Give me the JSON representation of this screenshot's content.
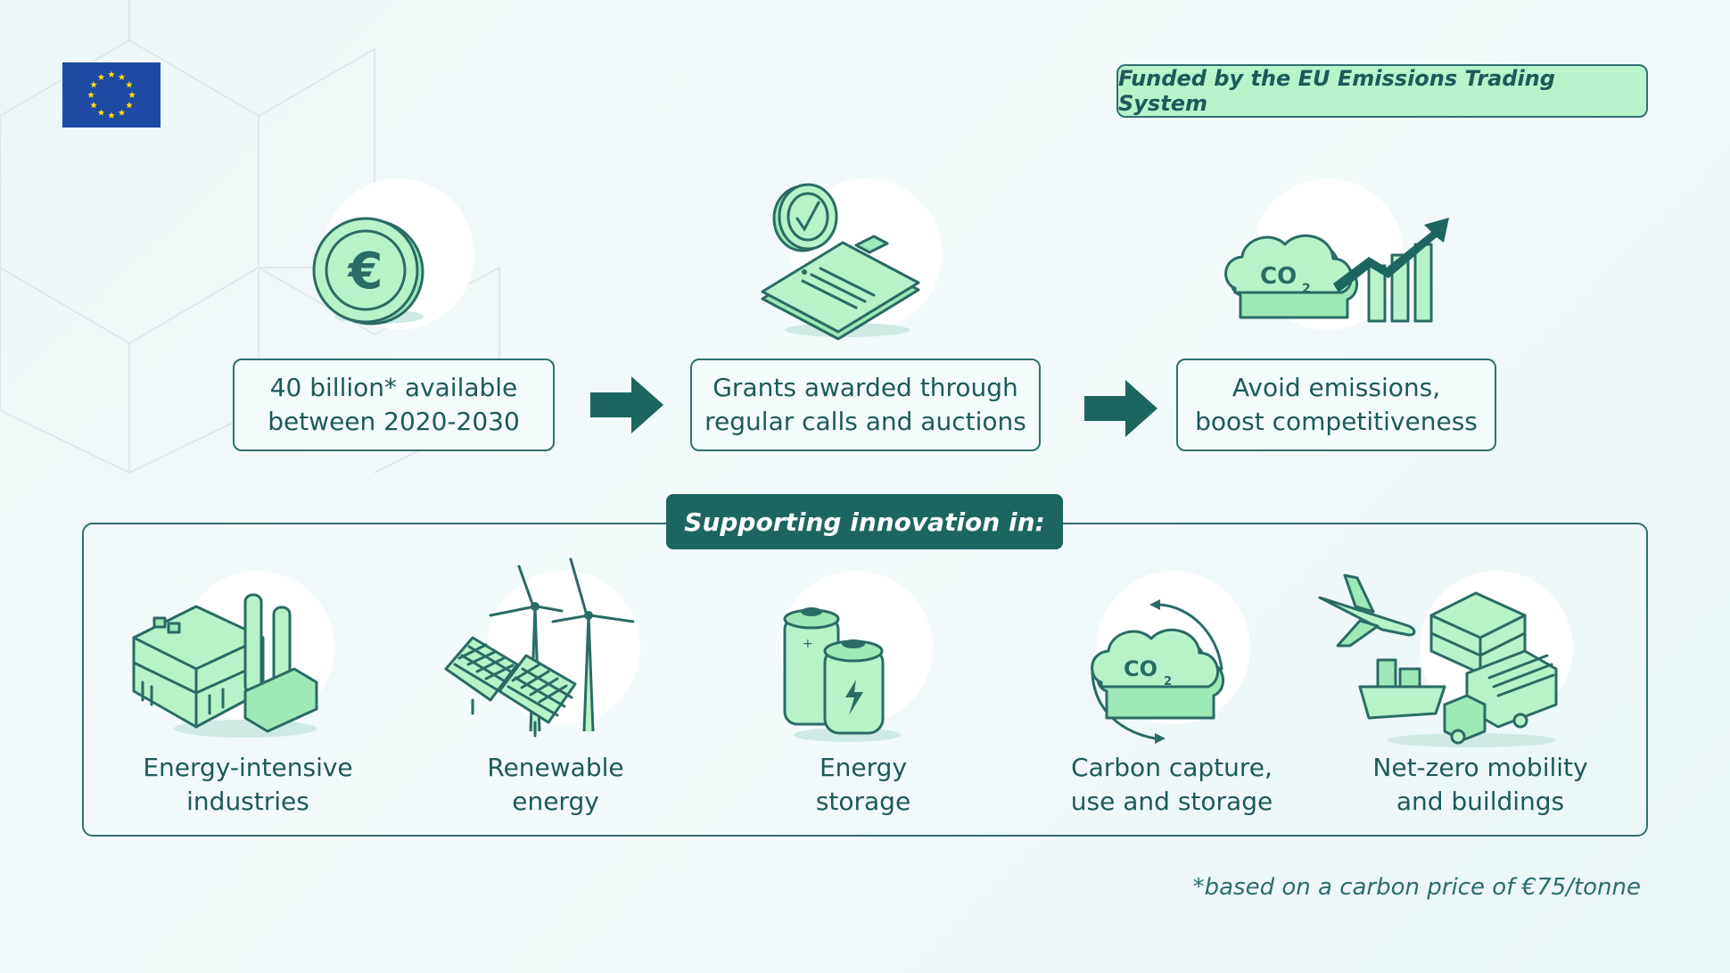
{
  "header": {
    "funded_label": "Funded by the EU Emissions Trading System"
  },
  "flow_steps": [
    {
      "line1": "40 billion* available",
      "line2": "between 2020-2030",
      "icon": "euro-coin-icon"
    },
    {
      "line1": "Grants awarded through",
      "line2": "regular calls and auctions",
      "icon": "approved-clipboard-icon"
    },
    {
      "line1": "Avoid emissions,",
      "line2": "boost competitiveness",
      "icon": "co2-growth-chart-icon"
    }
  ],
  "panel": {
    "title": "Supporting innovation in:",
    "categories": [
      {
        "line1": "Energy-intensive",
        "line2": "industries",
        "icon": "factory-icon"
      },
      {
        "line1": "Renewable",
        "line2": "energy",
        "icon": "wind-solar-icon"
      },
      {
        "line1": "Energy",
        "line2": "storage",
        "icon": "battery-icon"
      },
      {
        "line1": "Carbon capture,",
        "line2": "use and storage",
        "icon": "co2-cycle-icon"
      },
      {
        "line1": "Net-zero mobility",
        "line2": "and buildings",
        "icon": "transport-buildings-icon"
      }
    ]
  },
  "footnote": "*based on a carbon price of €75/tonne",
  "icon_labels": {
    "euro": "€",
    "co2_top": "CO",
    "co2_sub": "2"
  },
  "colors": {
    "dark_teal": "#1d6660",
    "mint": "#b8f2c9",
    "eu_blue": "#1f4aa3",
    "eu_star": "#ffdd00"
  }
}
